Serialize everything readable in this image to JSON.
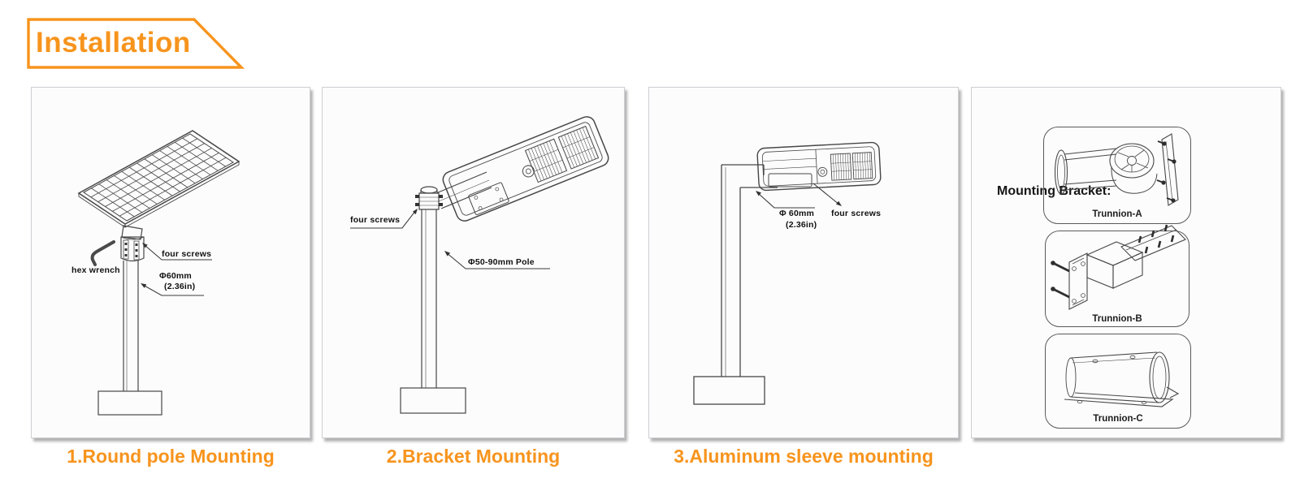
{
  "banner": {
    "title": "Installation"
  },
  "colors": {
    "accent": "#F7941D",
    "line": "#474747"
  },
  "sections": [
    {
      "id": "round-pole",
      "caption": "1.Round pole Mounting",
      "labels": {
        "four_screws": "four screws",
        "hex_wrench": "hex wrench",
        "diameter_mm": "Φ60mm",
        "diameter_in": "(2.36in)"
      }
    },
    {
      "id": "bracket",
      "caption": "2.Bracket Mounting",
      "labels": {
        "four_screws": "four screws",
        "pole_size": "Φ50-90mm Pole"
      }
    },
    {
      "id": "aluminum-sleeve",
      "caption": "3.Aluminum sleeve mounting",
      "labels": {
        "diameter_mm": "Φ 60mm",
        "diameter_in": "(2.36in)",
        "four_screws": "four screws"
      }
    },
    {
      "id": "mounting-bracket",
      "header": "Mounting Bracket:",
      "brackets": [
        {
          "name": "Trunnion-A"
        },
        {
          "name": "Trunnion-B"
        },
        {
          "name": "Trunnion-C"
        }
      ]
    }
  ]
}
